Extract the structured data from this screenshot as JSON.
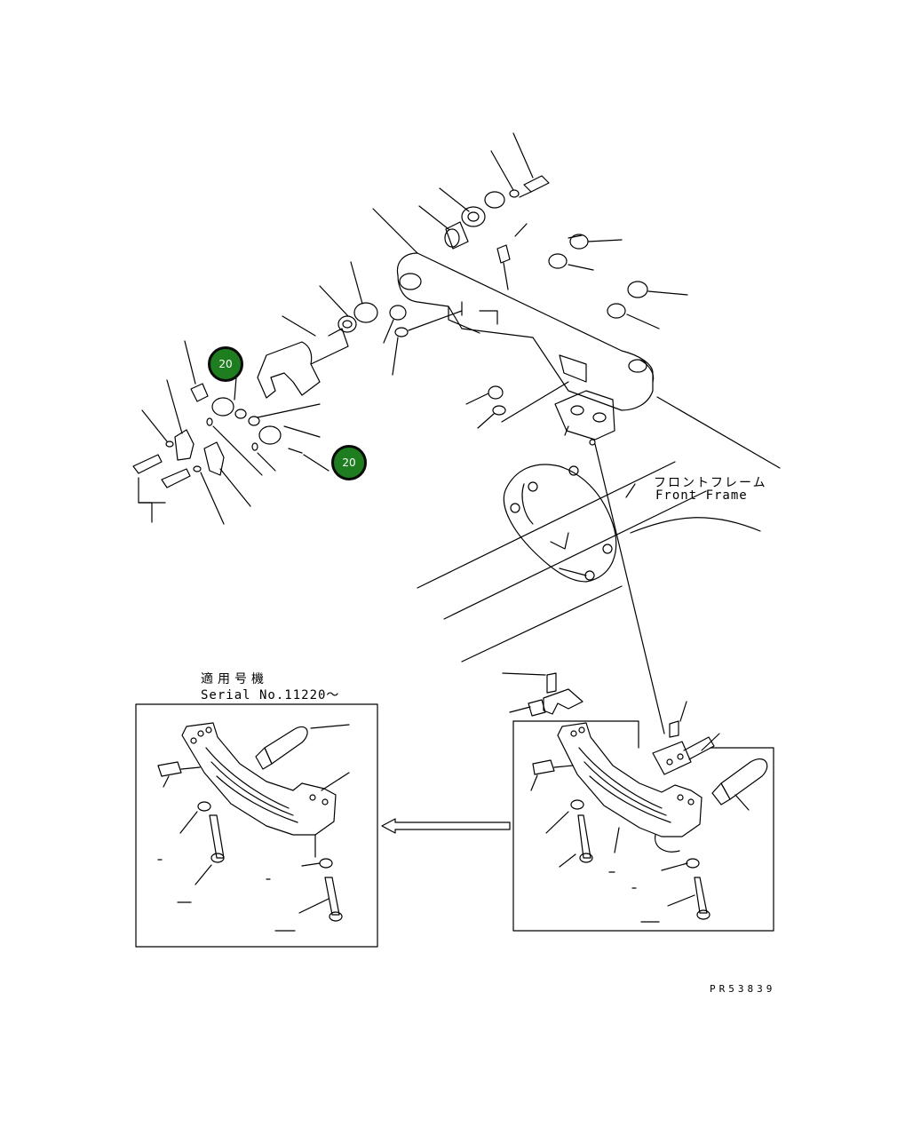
{
  "labels": {
    "front_frame_jp": "フロントフレーム",
    "front_frame_en": "Front Frame",
    "serial_jp": "適用号機",
    "serial_en": "Serial No.11220～",
    "drawing_code": "PR53839"
  },
  "callouts": [
    {
      "text": "20"
    },
    {
      "text": "20"
    }
  ],
  "colors": {
    "line": "#000000",
    "callout_fill": "#1e7d1e",
    "callout_border": "#0a0a0a",
    "callout_text": "#ffffff"
  }
}
